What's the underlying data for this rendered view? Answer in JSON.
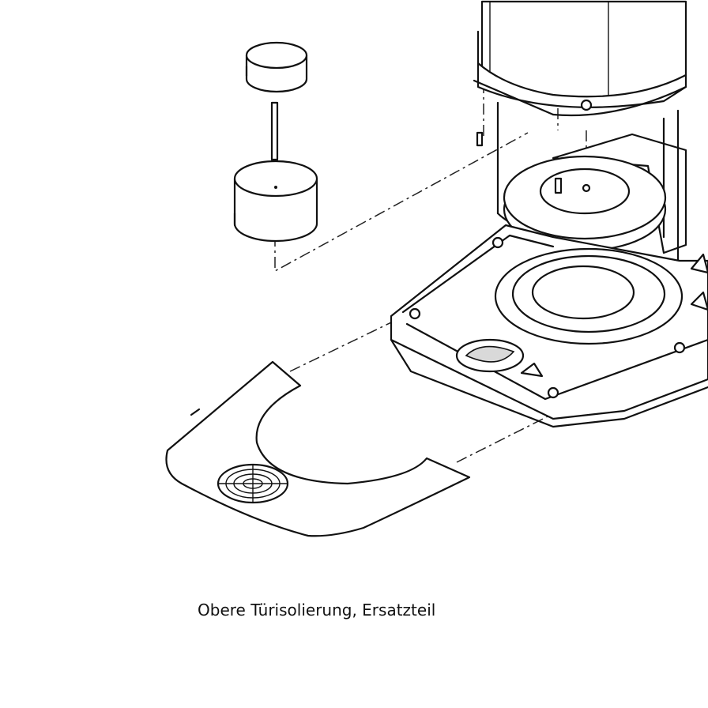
{
  "caption": "Obere Türisolierung, Ersatzteil",
  "parts": [
    "cylinder-weight-top",
    "connecting-rod",
    "cylinder-weight-bottom",
    "grinder-unit",
    "hopper-ring",
    "burr-disc",
    "screw",
    "base-plate",
    "door-insulation-pad"
  ],
  "warning_symbol": "warning-triangle-icon",
  "colors": {
    "line": "#111111",
    "background": "#ffffff",
    "shade": "#d9d9d9"
  }
}
